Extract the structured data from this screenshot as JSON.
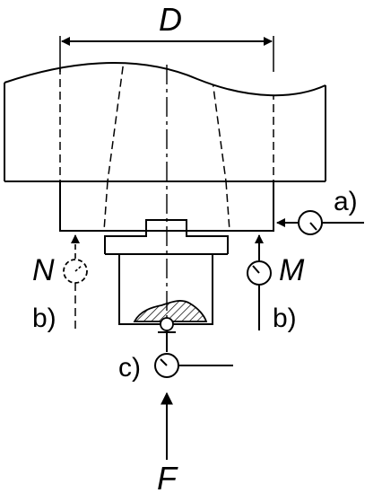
{
  "labels": {
    "dimension": "D",
    "force": "F",
    "left_gauge": "N",
    "right_gauge": "M",
    "mark_a": "a)",
    "mark_b_left": "b)",
    "mark_b_right": "b)",
    "mark_c": "c)"
  }
}
